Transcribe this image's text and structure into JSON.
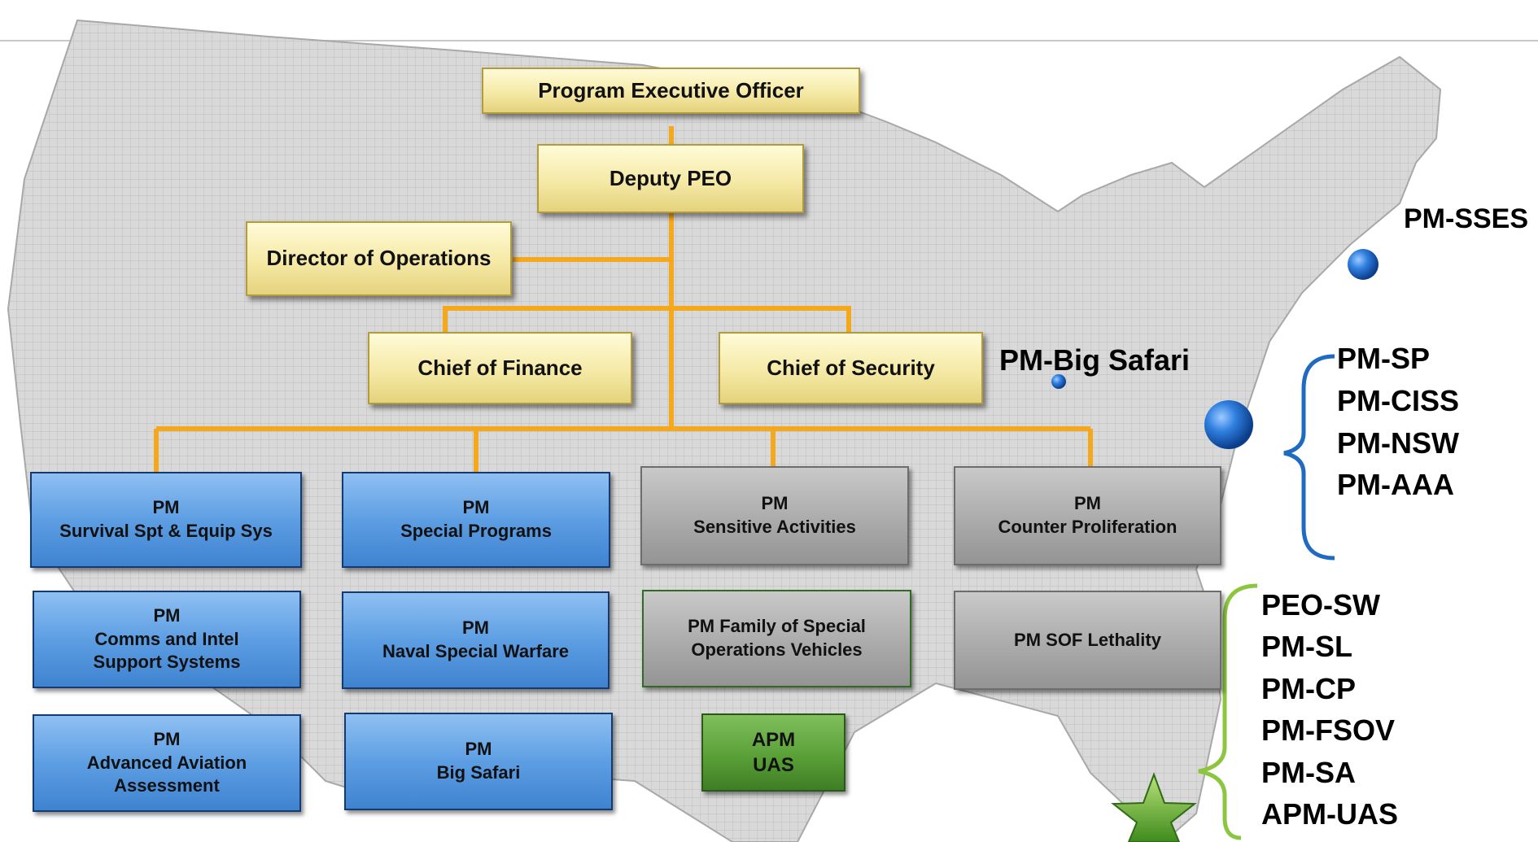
{
  "org": {
    "peo": "Program Executive Officer",
    "deputy": "Deputy PEO",
    "director_ops": "Director of Operations",
    "chief_finance": "Chief of Finance",
    "chief_security": "Chief of Security",
    "pm_sses_box": [
      "PM",
      "Survival Spt & Equip Sys"
    ],
    "pm_sp_box": [
      "PM",
      "Special Programs"
    ],
    "pm_sa_box": [
      "PM",
      "Sensitive Activities"
    ],
    "pm_cp_box": [
      "PM",
      "Counter Proliferation"
    ],
    "pm_ciss_box": [
      "PM",
      "Comms and Intel",
      "Support Systems"
    ],
    "pm_nsw_box": [
      "PM",
      "Naval Special Warfare"
    ],
    "pm_fsov_box": [
      "PM Family of Special",
      "Operations Vehicles"
    ],
    "pm_sl_box": "PM SOF Lethality",
    "pm_aaa_box": [
      "PM",
      "Advanced Aviation",
      "Assessment"
    ],
    "pm_bs_box": [
      "PM",
      "Big Safari"
    ],
    "apm_uas_box": [
      "APM",
      "UAS"
    ]
  },
  "locations": {
    "sses": "PM-SSES",
    "big_safari": "PM-Big Safari",
    "dc_group": [
      "PM-SP",
      "PM-CISS",
      "PM-NSW",
      "PM-AAA"
    ],
    "florida_group": [
      "PEO-SW",
      "PM-SL",
      "PM-CP",
      "PM-FSOV",
      "PM-SA",
      "APM-UAS"
    ]
  },
  "colors": {
    "connector": "#f5a81c",
    "marker_blue": "#1f6fd1",
    "brace_blue": "#1f6bc1",
    "brace_green": "#8cc63f",
    "star_green": "#5aa82a"
  }
}
